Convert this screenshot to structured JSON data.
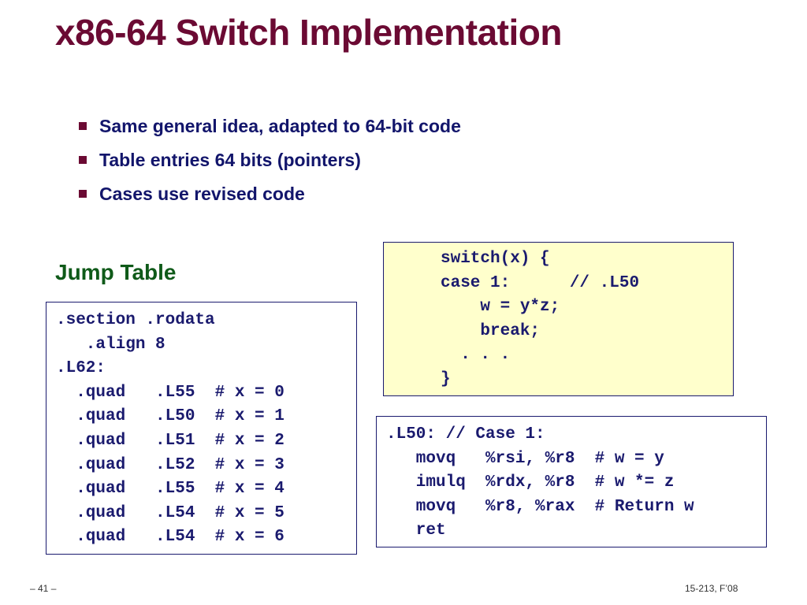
{
  "title": "x86-64 Switch Implementation",
  "bullets": [
    "Same general idea, adapted to 64-bit code",
    "Table entries 64 bits (pointers)",
    "Cases use revised code"
  ],
  "jump_table": {
    "heading": "Jump Table",
    "lines": [
      ".section .rodata",
      "   .align 8",
      ".L62:",
      "  .quad   .L55  # x = 0",
      "  .quad   .L50  # x = 1",
      "  .quad   .L51  # x = 2",
      "  .quad   .L52  # x = 3",
      "  .quad   .L55  # x = 4",
      "  .quad   .L54  # x = 5",
      "  .quad   .L54  # x = 6"
    ]
  },
  "switch_code": {
    "lines": [
      "switch(x) {",
      "case 1:      // .L50",
      "    w = y*z;",
      "    break;",
      "  . . .",
      "}"
    ]
  },
  "l50_code": {
    "lines": [
      ".L50: // Case 1:",
      "   movq   %rsi, %r8  # w = y",
      "   imulq  %rdx, %r8  # w *= z",
      "   movq   %r8, %rax  # Return w",
      "   ret"
    ]
  },
  "footer": {
    "page": "– 41 –",
    "course": "15-213, F’08"
  },
  "colors": {
    "title": "#6b0a33",
    "bullet_text": "#12156b",
    "heading": "#0f5a19",
    "code_text": "#1a1a6e",
    "switch_box_bg": "#ffffcc"
  }
}
